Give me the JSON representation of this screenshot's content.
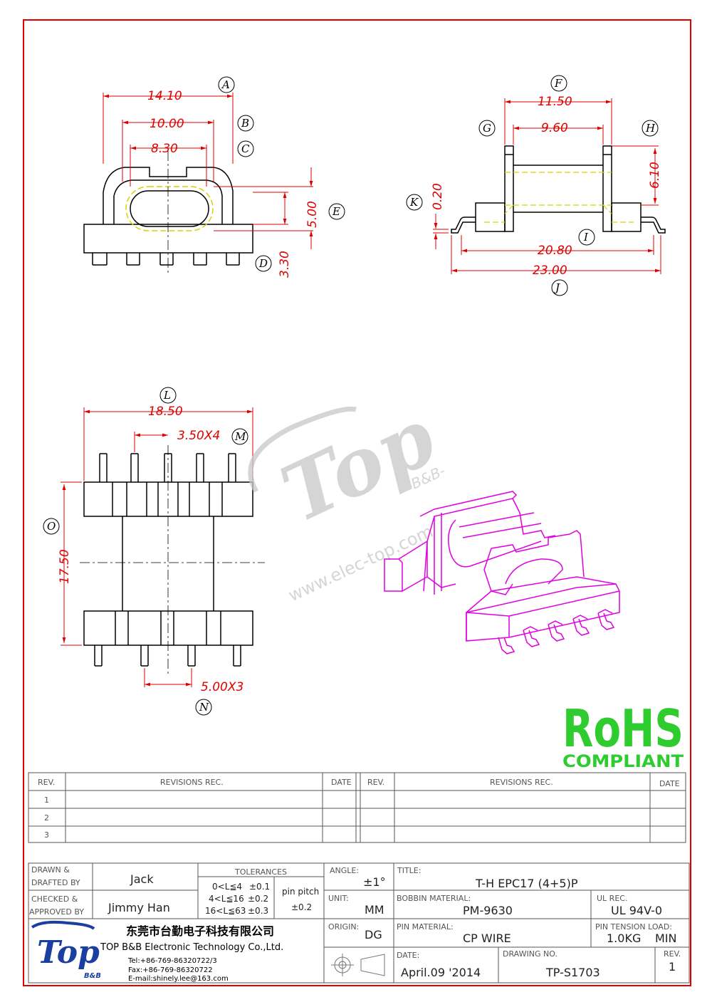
{
  "dims": {
    "a": "14.10",
    "b": "10.00",
    "c": "8.30",
    "e": "5.00",
    "d": "3.30",
    "f": "11.50",
    "g": "9.60",
    "h": "6.10",
    "k": "0.20",
    "i": "20.80",
    "j": "23.00",
    "l": "18.50",
    "m": "3.50X4",
    "o": "17.50",
    "n": "5.00X3"
  },
  "labels": {
    "A": "A",
    "B": "B",
    "C": "C",
    "D": "D",
    "E": "E",
    "F": "F",
    "G": "G",
    "H": "H",
    "I": "I",
    "J": "J",
    "K": "K",
    "L": "L",
    "M": "M",
    "N": "N",
    "O": "O"
  },
  "watermark": {
    "logo": "Top",
    "sub": "-B&B-",
    "url": "www.elec-top.com"
  },
  "rohs": {
    "title": "RoHS",
    "sub": "COMPLIANT",
    "color": "#2ecc2e"
  },
  "revisions": {
    "left_headers": [
      "REV.",
      "REVISIONS  REC.",
      "DATE"
    ],
    "right_headers": [
      "REV.",
      "REVISIONS  REC.",
      "DATE"
    ],
    "rows": [
      "1",
      "2",
      "3"
    ]
  },
  "title_block": {
    "drawn_label_1": "DRAWN &",
    "drawn_label_2": "DRAFTED BY",
    "drawn_value": "Jack",
    "checked_label_1": "CHECKED &",
    "checked_label_2": "APPROVED BY",
    "checked_value": "Jimmy Han",
    "tolerances_label": "TOLERANCES",
    "tol_rows": [
      {
        "range": "0<L≦4",
        "value": "±0.1"
      },
      {
        "range": "4<L≦16",
        "value": "±0.2"
      },
      {
        "range": "16<L≦63",
        "value": "±0.3"
      }
    ],
    "pin_pitch_label": "pin pitch",
    "pin_pitch_value": "±0.2",
    "angle_label": "ANGLE:",
    "angle_value": "±1°",
    "unit_label": "UNIT:",
    "unit_value": "MM",
    "origin_label": "ORIGIN:",
    "origin_value": "DG",
    "title_label": "TITLE:",
    "title_value": "T-H  EPC17    (4+5)P",
    "bobbin_label": "BOBBIN MATERIAL:",
    "bobbin_value": "PM-9630",
    "ul_label": "UL REC.",
    "ul_value": "UL  94V-0",
    "pin_mat_label": "PIN MATERIAL:",
    "pin_mat_value": "CP  WIRE",
    "tension_label": "PIN TENSION LOAD:",
    "tension_value": "1.0KG",
    "tension_min": "MIN",
    "date_label": "DATE:",
    "date_value": "April.09  '2014",
    "drawing_label": "DRAWING NO.",
    "drawing_value": "TP-S1703",
    "rev_label": "REV.",
    "rev_value": "1",
    "company_cn": "东莞市台勤电子科技有限公司",
    "company_en": "TOP  B&B  Electronic  Technology  Co.,Ltd.",
    "tel": "Tel:+86-769-86320722/3",
    "fax": "Fax:+86-769-86320722",
    "email": "E-mail:shinely.lee@163.com",
    "logo_text": "Top",
    "logo_sub": "B&B"
  }
}
